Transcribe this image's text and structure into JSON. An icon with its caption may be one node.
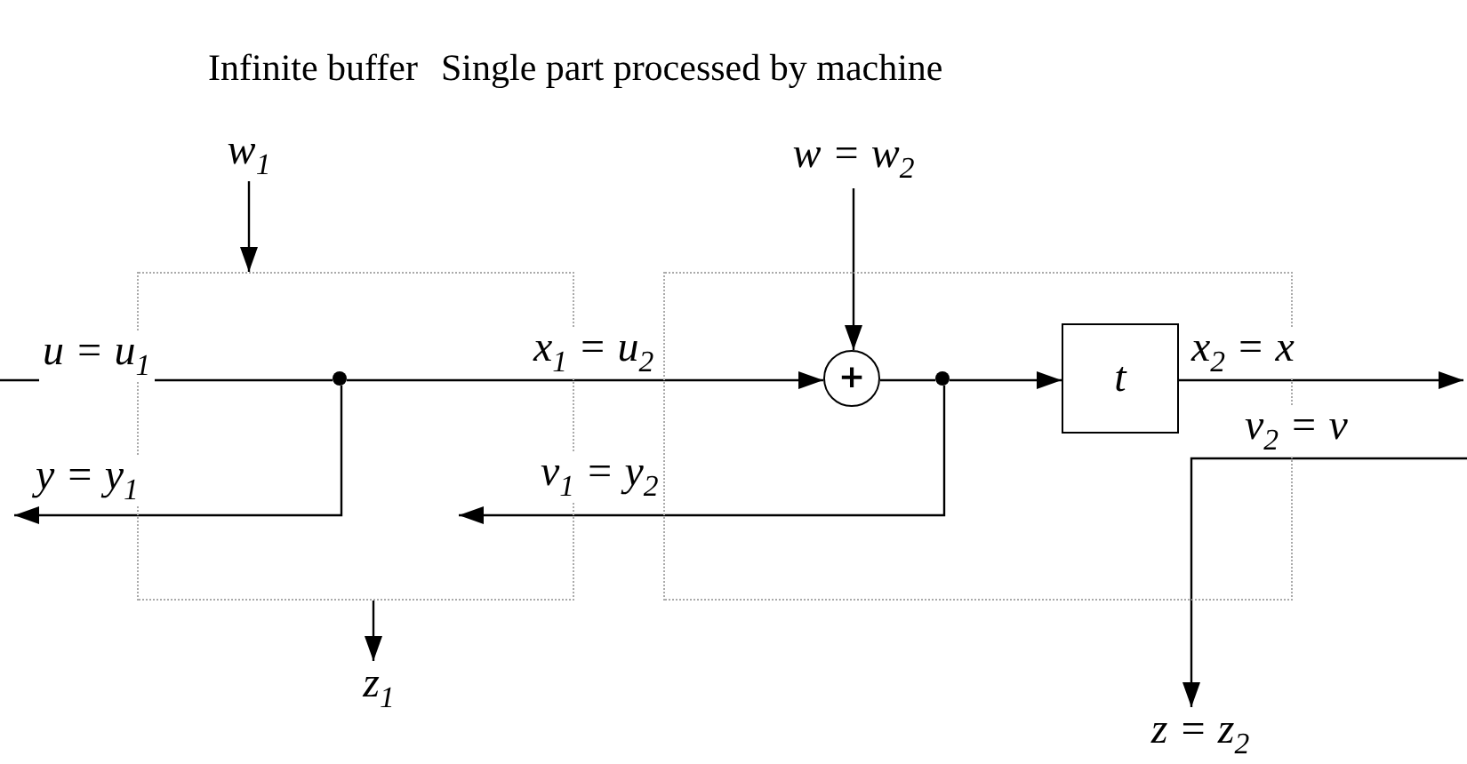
{
  "diagram": {
    "nodes": [
      {
        "text": [],
        "shape": "box"
      },
      {
        "text": [],
        "shape": "box"
      },
      {
        "text": [],
        "shape": "circle",
        "in": 0
      },
      {
        "text": [
          "+"
        ],
        "in": 1
      },
      {
        "text": [],
        "shape": "circle",
        "in": 1
      },
      {
        "text": [
          "t"
        ],
        "in": 1
      },
      {
        "text": [
          "w$_{1}$"
        ]
      },
      {
        "text": [
          "w = w$_{2}$"
        ]
      },
      {
        "text": [
          "z$_{1}$"
        ]
      },
      {
        "text": [
          "z = z$_{2}$"
        ]
      }
    ],
    "edges": [
      {
        "from": null,
        "to": 2,
        "arrow": "none",
        "label": "u = u$_{1}$"
      },
      {
        "from": 6,
        "to": 0,
        "arrow": "to"
      },
      {
        "from": 2,
        "to": 3,
        "arrow": "to",
        "label": "x$_{1}$ = u$_{2}$"
      },
      {
        "from": 2,
        "to": null,
        "arrow": "to",
        "label": "y = y$_{1}$"
      },
      {
        "from": 7,
        "to": 3,
        "arrow": "to"
      },
      {
        "from": 3,
        "to": 4,
        "arrow": "none"
      },
      {
        "from": 4,
        "to": 5,
        "arrow": "to"
      },
      {
        "from": 5,
        "to": null,
        "arrow": "to",
        "label": "x$_{2}$ = x"
      },
      {
        "from": 4,
        "to": null,
        "arrow": "to",
        "label": "v$_{1}$ = y$_{2}$"
      },
      {
        "from": 0,
        "to": 8,
        "arrow": "to"
      },
      {
        "from": null,
        "to": 9,
        "arrow": "to",
        "label": "v$_{2}$ = v"
      }
    ],
    "labels": [
      "Infinite buffer",
      "Single part processed by machine"
    ]
  }
}
